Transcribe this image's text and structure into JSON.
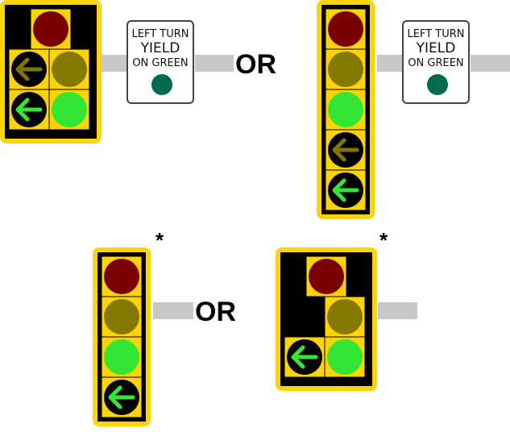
{
  "colors": {
    "backplate": "#ffd400",
    "housing": "#000000",
    "red": "#7a0000",
    "yellow": "#857a00",
    "green": "#33e633",
    "arrow_yellow": "#7d7600",
    "arrow_green": "#33e633",
    "mast_arm": "#c8c8c8",
    "sign_green": "#006b4f"
  },
  "connectors": {
    "or": "OR",
    "asterisk": "*"
  },
  "sign": {
    "line1": "LEFT TURN",
    "line2": "YIELD",
    "line3": "ON GREEN"
  },
  "icons": {
    "red_ball": "circle-red-icon",
    "yellow_ball": "circle-yellow-icon",
    "green_ball": "circle-green-icon",
    "yellow_arrow": "arrow-left-yellow-icon",
    "green_arrow": "arrow-left-green-icon"
  },
  "signals": [
    {
      "name": "top-left-cluster-signal",
      "layout": "cluster",
      "left": [
        "yellow_arrow",
        "green_arrow"
      ],
      "right": [
        "red",
        "yellow",
        "green"
      ]
    },
    {
      "name": "top-right-vertical-signal",
      "layout": "vertical",
      "lenses": [
        "red",
        "yellow",
        "green",
        "yellow_arrow",
        "green_arrow"
      ]
    },
    {
      "name": "bottom-left-vertical-signal",
      "layout": "vertical",
      "lenses": [
        "red",
        "yellow",
        "green",
        "green_arrow"
      ]
    },
    {
      "name": "bottom-right-cluster-signal",
      "layout": "cluster",
      "left": [
        "green_arrow"
      ],
      "right": [
        "red",
        "yellow",
        "green"
      ]
    }
  ]
}
